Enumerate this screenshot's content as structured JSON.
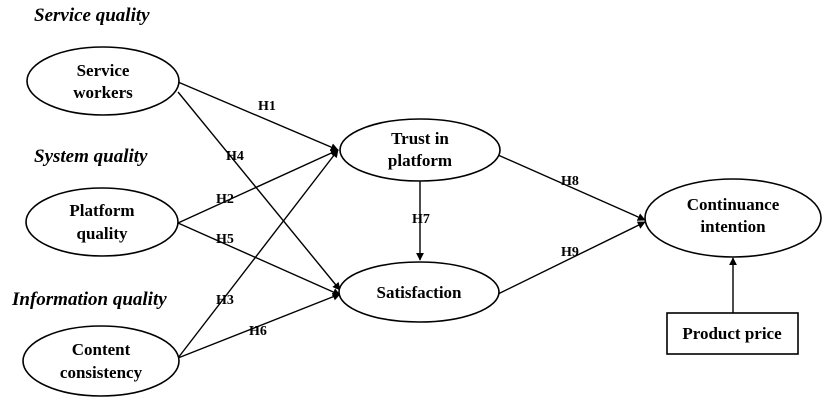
{
  "groups": {
    "service": "Service quality",
    "system": "System quality",
    "information": "Information quality"
  },
  "nodes": {
    "service_workers": [
      "Service",
      "workers"
    ],
    "platform_quality": [
      "Platform",
      "quality"
    ],
    "content_consistency": [
      "Content",
      "consistency"
    ],
    "trust": [
      "Trust in",
      "platform"
    ],
    "satisfaction": [
      "Satisfaction"
    ],
    "continuance": [
      "Continuance",
      "intention"
    ],
    "price": [
      "Product price"
    ]
  },
  "hypotheses": {
    "h1": "H1",
    "h2": "H2",
    "h3": "H3",
    "h4": "H4",
    "h5": "H5",
    "h6": "H6",
    "h7": "H7",
    "h8": "H8",
    "h9": "H9"
  }
}
